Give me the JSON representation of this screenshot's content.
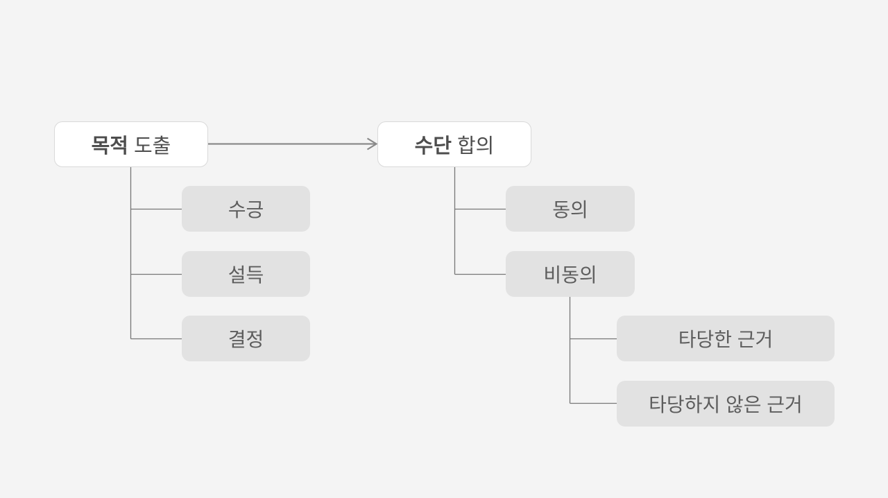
{
  "diagram": {
    "type": "tree",
    "language": "ko",
    "roots": [
      {
        "id": "purpose",
        "label_bold": "목적",
        "label_rest": "도출",
        "children": [
          "수긍",
          "설득",
          "결정"
        ]
      },
      {
        "id": "means",
        "label_bold": "수단",
        "label_rest": "합의",
        "children": [
          "동의",
          "비동의"
        ]
      }
    ],
    "nodes": {
      "purpose": {
        "bold": "목적",
        "rest": "도출"
      },
      "means": {
        "bold": "수단",
        "rest": "합의"
      },
      "purpose_children": [
        {
          "label": "수긍"
        },
        {
          "label": "설득"
        },
        {
          "label": "결정"
        }
      ],
      "means_children": [
        {
          "label": "동의"
        },
        {
          "label": "비동의"
        }
      ],
      "disagree_children": [
        {
          "label": "타당한 근거"
        },
        {
          "label": "타당하지 않은 근거"
        }
      ]
    },
    "edges": [
      {
        "from": "목적 도출",
        "to": "수단 합의",
        "style": "arrow"
      },
      {
        "from": "목적 도출",
        "to": [
          "수긍",
          "설득",
          "결정"
        ],
        "style": "elbow"
      },
      {
        "from": "수단 합의",
        "to": [
          "동의",
          "비동의"
        ],
        "style": "elbow"
      },
      {
        "from": "비동의",
        "to": [
          "타당한 근거",
          "타당하지 않은 근거"
        ],
        "style": "elbow"
      }
    ]
  },
  "colors": {
    "background": "#f4f4f4",
    "root_node_bg": "#ffffff",
    "root_node_border": "#d9d9d9",
    "child_node_bg": "#e2e2e2",
    "connector_line": "#767676",
    "arrow_line": "#8a8a8a",
    "root_text": "#4d4d4d",
    "child_text": "#5d5d5d"
  }
}
